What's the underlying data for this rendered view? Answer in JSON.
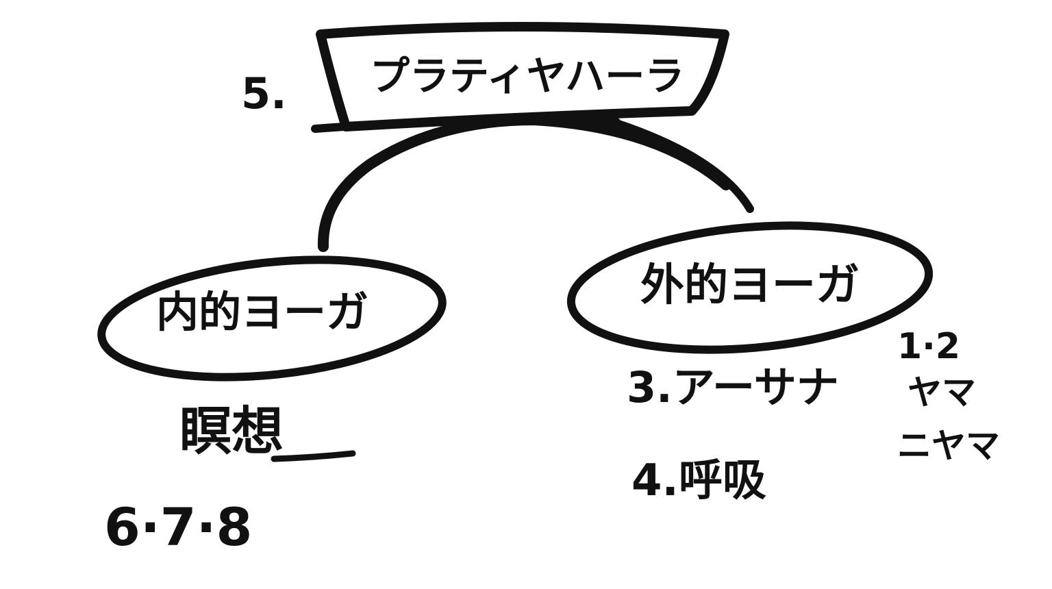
{
  "root": {
    "number": "5.",
    "label": "プラティヤハーラ"
  },
  "inner": {
    "label": "内的ヨーガ",
    "detail": "瞑想",
    "numbers": "6·7·8"
  },
  "outer": {
    "label": "外的ヨーガ",
    "asana": "3.アーサナ",
    "breath": "4.呼吸",
    "numbers": "1·2",
    "yama": "ヤマ",
    "niyama": "ニヤマ"
  },
  "colors": {
    "ink": "#111111",
    "background": "#ffffff"
  }
}
